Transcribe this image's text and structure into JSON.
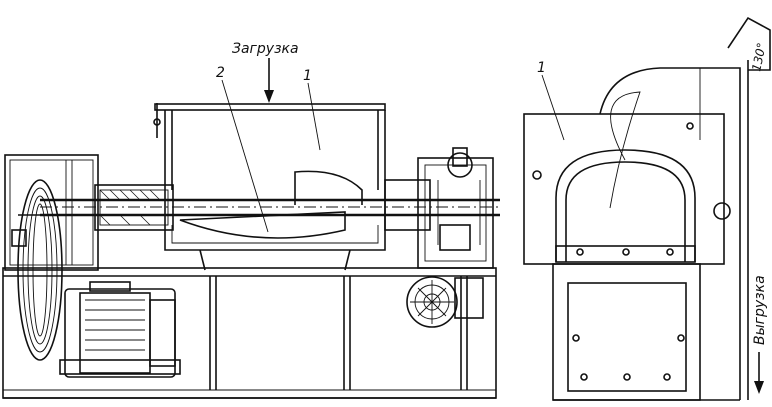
{
  "labels": {
    "loading": "Загрузка",
    "unloading": "Выгрузка",
    "callout_1_front": "1",
    "callout_2_front": "2",
    "callout_1_side": "1",
    "angle": "130°"
  },
  "icons": {
    "loading_arrow": "arrow-down-icon",
    "unloading_arrow": "arrow-down-icon"
  },
  "colors": {
    "ink": "#111111",
    "paper": "#ffffff"
  }
}
